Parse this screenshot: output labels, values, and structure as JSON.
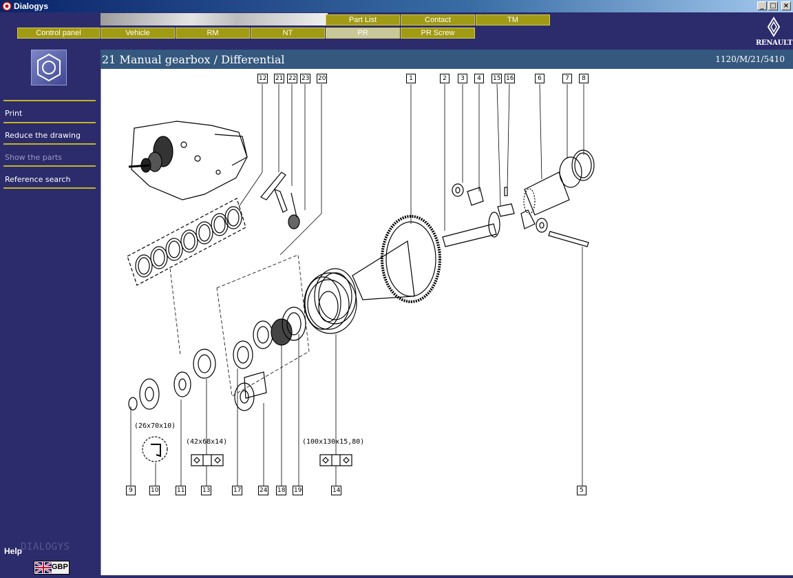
{
  "window": {
    "title": "Dialogys",
    "controls": [
      "_",
      "□",
      "×"
    ]
  },
  "tabs_top": [
    "Part List",
    "Contact",
    "TM"
  ],
  "tabs_bottom": [
    {
      "label": "Control panel",
      "active": false
    },
    {
      "label": "Vehicle",
      "active": false
    },
    {
      "label": "RM",
      "active": false
    },
    {
      "label": "NT",
      "active": false
    },
    {
      "label": "PR",
      "active": true
    },
    {
      "label": "PR Screw",
      "active": false
    }
  ],
  "brand_logo": "RENAULT",
  "sidebar": {
    "menu": [
      {
        "label": "Print",
        "enabled": true
      },
      {
        "label": "Reduce the drawing",
        "enabled": true
      },
      {
        "label": "Show the parts",
        "enabled": false
      },
      {
        "label": "Reference search",
        "enabled": true
      }
    ],
    "help": "Help",
    "brand": "DIALOGYS",
    "language": "GBP"
  },
  "header": {
    "title": "21 Manual gearbox / Differential",
    "reference": "1120/M/21/5410"
  },
  "drawing": {
    "callouts_top": [
      "12",
      "21",
      "22",
      "23",
      "20",
      "1",
      "2",
      "3",
      "4",
      "15",
      "16",
      "6",
      "7",
      "8"
    ],
    "callouts_bottom": [
      "9",
      "10",
      "11",
      "13",
      "17",
      "24",
      "18",
      "19",
      "14",
      "5"
    ],
    "dimensions": [
      "(26x70x10)",
      "(42x68x14)",
      "(100x130x15,80)"
    ]
  },
  "colors": {
    "accent": "#a19a14",
    "sidebar": "#2c2c6c",
    "header": "#35587e"
  }
}
